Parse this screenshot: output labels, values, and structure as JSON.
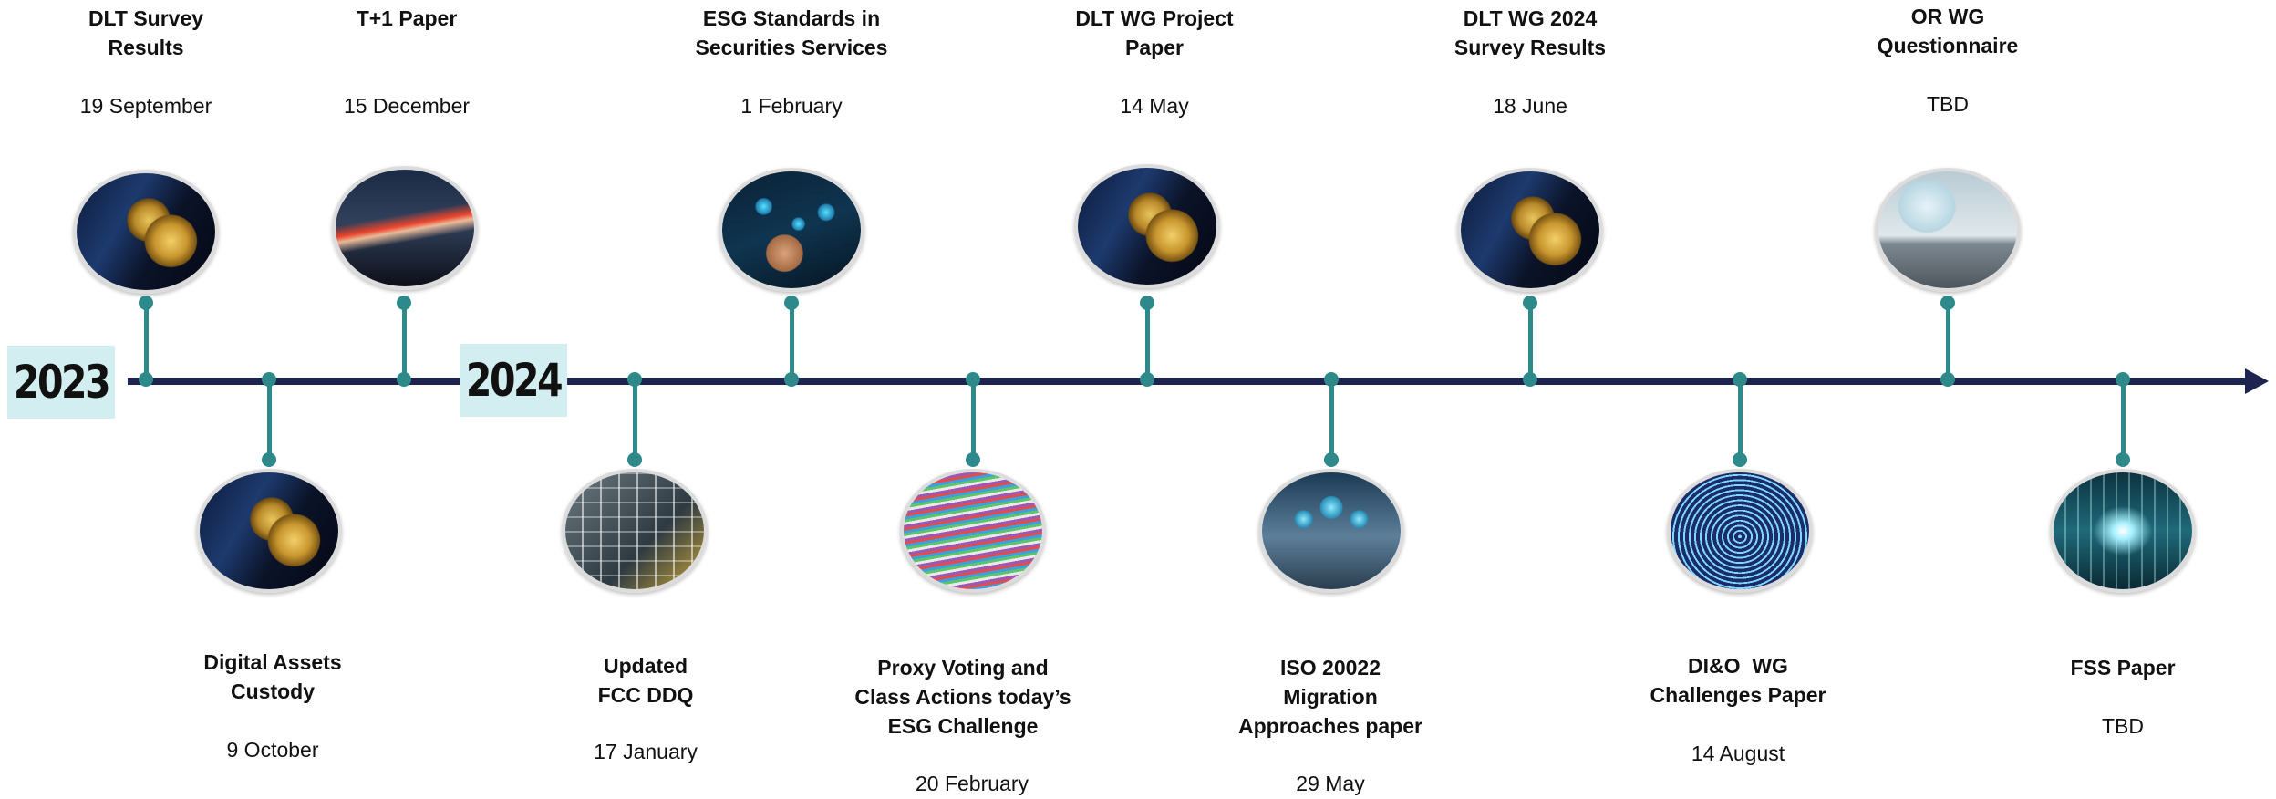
{
  "years": {
    "y2023": "2023",
    "y2024": "2024"
  },
  "events": [
    {
      "id": "dlt-survey-results",
      "label_lines": [
        "DLT Survey",
        "Results"
      ],
      "date": "19 September",
      "position": "above",
      "image": "coins-image"
    },
    {
      "id": "digital-assets-custody",
      "label_lines": [
        "Digital Assets",
        "Custody"
      ],
      "date": "9 October",
      "position": "below",
      "image": "coins-image"
    },
    {
      "id": "t1-paper",
      "label_lines": [
        "T+1 Paper"
      ],
      "date": "15 December",
      "position": "above",
      "image": "night-road-lights-image"
    },
    {
      "id": "updated-fcc-ddq",
      "label_lines": [
        "Updated",
        "FCC DDQ"
      ],
      "date": "17 January",
      "position": "below",
      "image": "trading-screens-image"
    },
    {
      "id": "esg-standards",
      "label_lines": [
        "ESG Standards in",
        "Securities Services"
      ],
      "date": "1 February",
      "position": "above",
      "image": "esg-digital-icons-image"
    },
    {
      "id": "proxy-voting",
      "label_lines": [
        "Proxy Voting and",
        "Class Actions today’s",
        "ESG Challenge"
      ],
      "date": "20 February",
      "position": "below",
      "image": "code-screen-image"
    },
    {
      "id": "dlt-wg-project-paper",
      "label_lines": [
        "DLT WG Project",
        "Paper"
      ],
      "date": "14 May",
      "position": "above",
      "image": "coins-image"
    },
    {
      "id": "iso-20022",
      "label_lines": [
        "ISO 20022",
        "Migration",
        "Approaches paper"
      ],
      "date": "29 May",
      "position": "below",
      "image": "laptop-network-image"
    },
    {
      "id": "dlt-wg-2024-survey",
      "label_lines": [
        "DLT WG 2024",
        "Survey Results"
      ],
      "date": "18 June",
      "position": "above",
      "image": "coins-image"
    },
    {
      "id": "dio-wg-challenges",
      "label_lines": [
        "DI&O  WG",
        "Challenges Paper"
      ],
      "date": "14 August",
      "position": "below",
      "image": "fingerprint-image"
    },
    {
      "id": "or-wg-questionnaire",
      "label_lines": [
        "OR WG",
        "Questionnaire"
      ],
      "date": "TBD",
      "position": "above",
      "image": "umbrella-businessman-image"
    },
    {
      "id": "fss-paper",
      "label_lines": [
        "FSS Paper"
      ],
      "date": "TBD",
      "position": "below",
      "image": "light-tunnel-image"
    }
  ],
  "colors": {
    "axis": "#1e2450",
    "connector": "#2e8a8a",
    "year_box": "#d3eef0"
  }
}
